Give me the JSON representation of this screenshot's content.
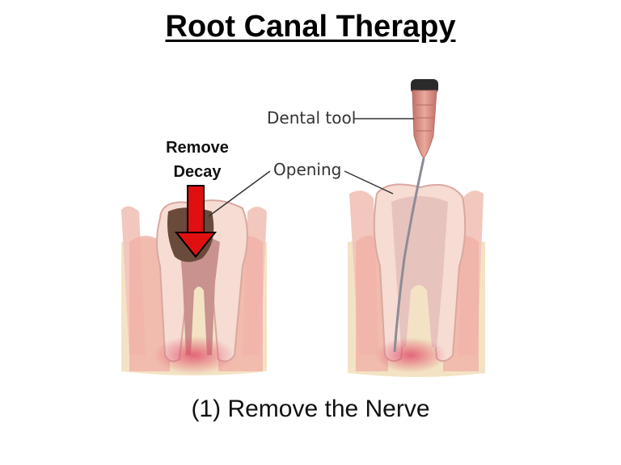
{
  "title": "Root Canal Therapy",
  "labels": {
    "dental_tool": "Dental tool",
    "opening": "Opening",
    "remove_decay_line1": "Remove",
    "remove_decay_line2": "Decay"
  },
  "caption": "(1)  Remove the Nerve",
  "colors": {
    "arrow": "#e01010",
    "gum": "#f2b9b3",
    "enamel": "#f6dcd3",
    "pulp": "#c9928e",
    "bone": "#f3e3c4",
    "decay": "#6a4a3a",
    "inflammation": "#e0506a",
    "tool_handle": "#d98d83"
  }
}
